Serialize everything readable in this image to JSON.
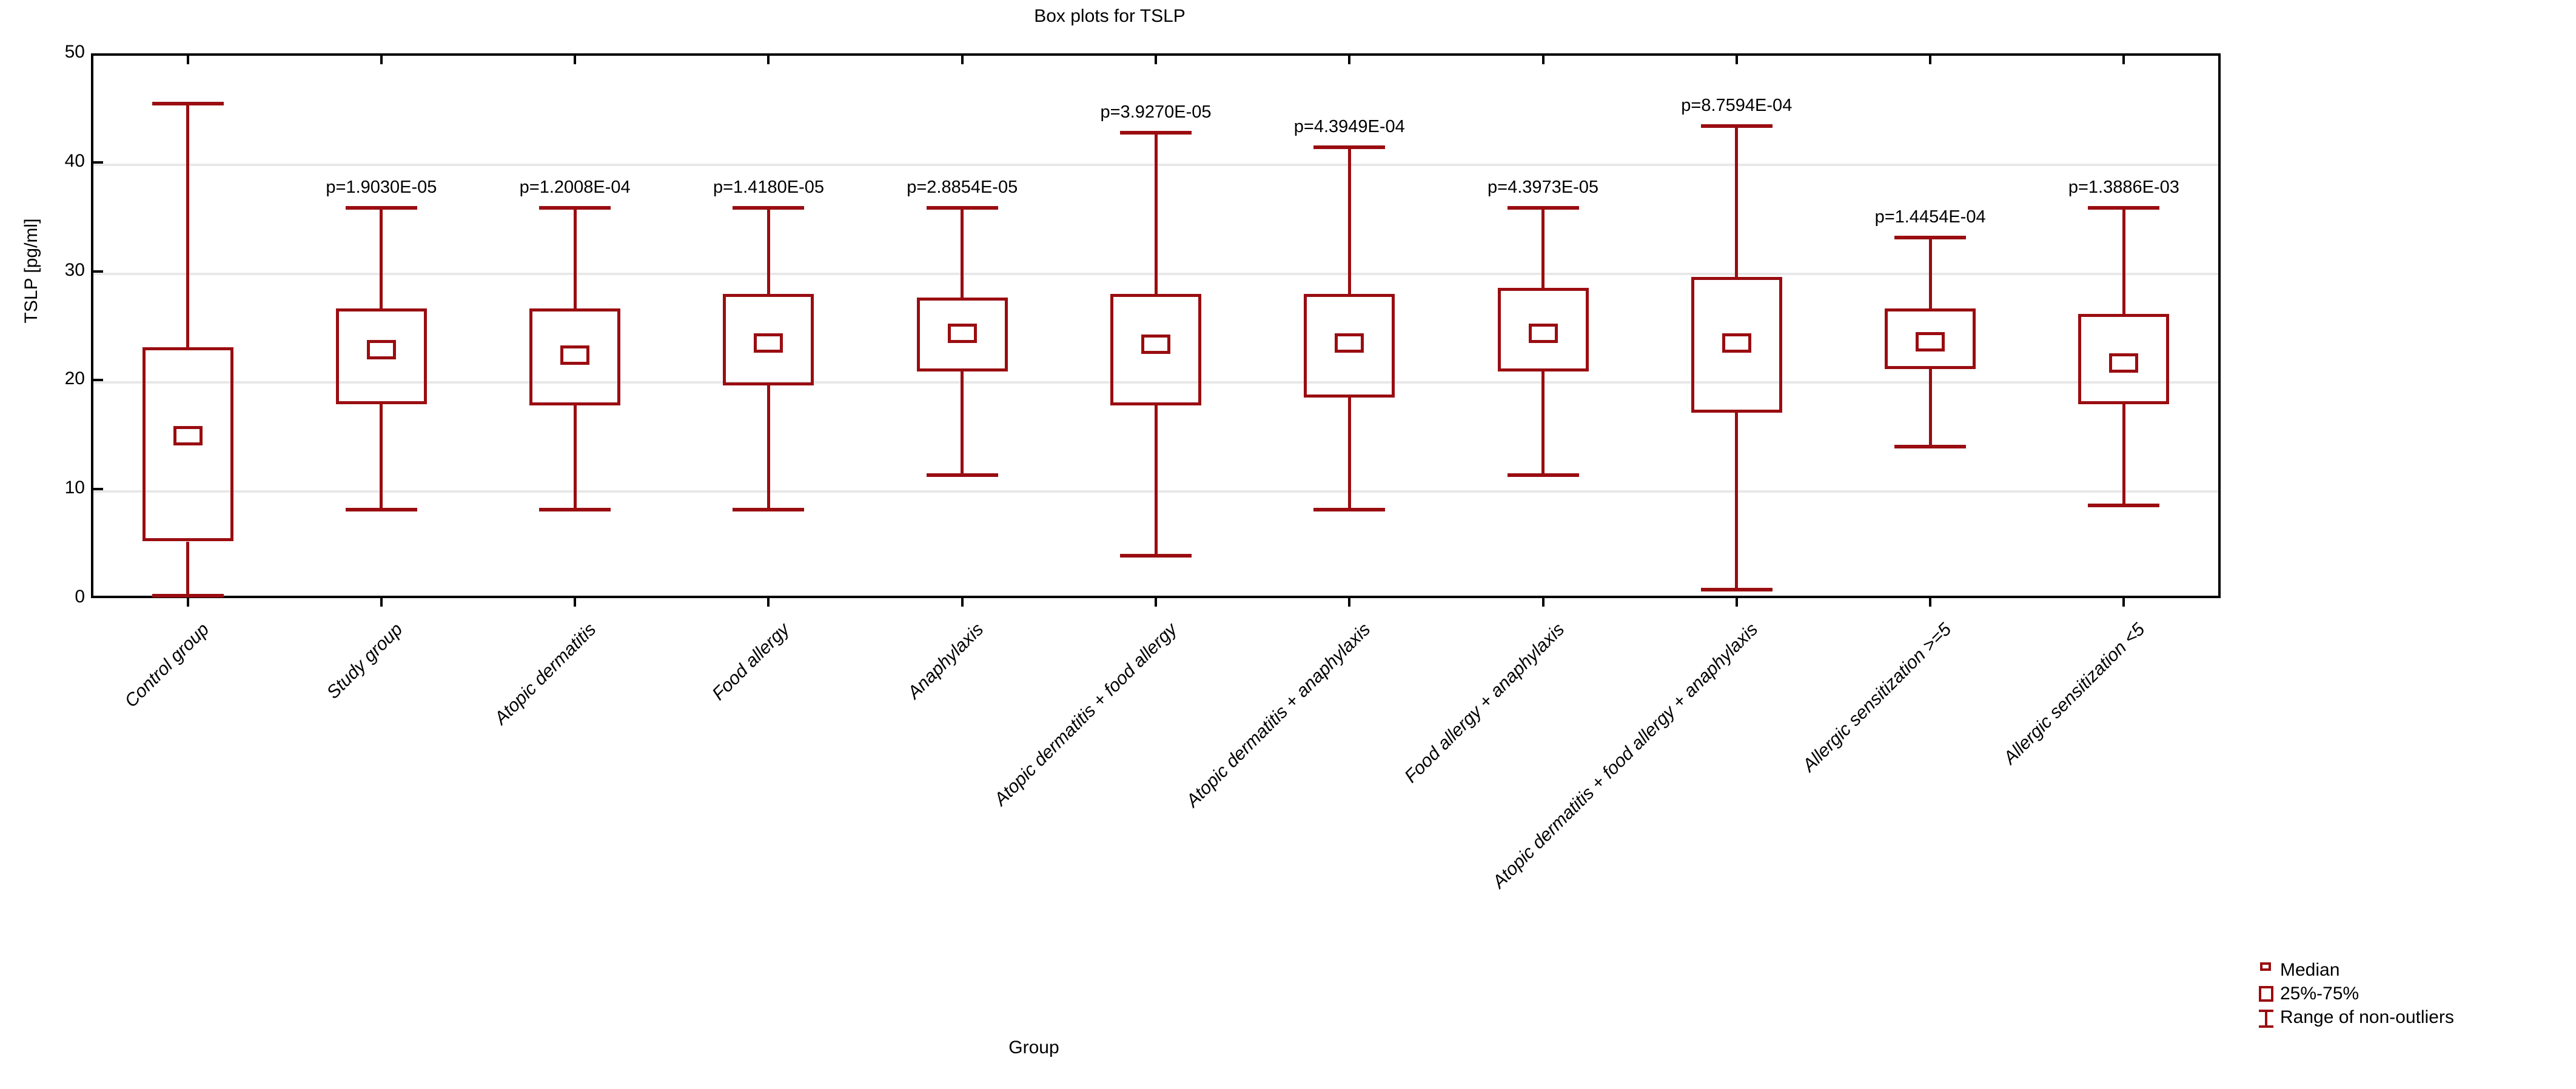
{
  "chart_data": {
    "type": "box",
    "title": "Box plots for TSLP",
    "xlabel": "Group",
    "ylabel": "TSLP [pg/ml]",
    "ylim": [
      0,
      50
    ],
    "yticks": [
      0,
      10,
      20,
      30,
      40,
      50
    ],
    "grid": true,
    "legend_position": "bottom-right",
    "legend": [
      {
        "key": "median",
        "label": "Median"
      },
      {
        "key": "iqr",
        "label": "25%-75%"
      },
      {
        "key": "range",
        "label": "Range of non-outliers"
      }
    ],
    "series_color": "#9a0d11",
    "categories": [
      "Control group",
      "Study group",
      "Atopic dermatitis",
      "Food allergy",
      "Anaphylaxis",
      "Atopic dermatitis + food allergy",
      "Atopic dermatitis + anaphylaxis",
      "Food allergy + anaphylaxis",
      "Atopic dermatitis + food allergy + anaphylaxis",
      "Allergic sensitization >=5",
      "Allergic sensitization <5"
    ],
    "boxes": [
      {
        "category": "Control group",
        "whisker_low": 0.2,
        "q1": 5.2,
        "median": 14.9,
        "q3": 23.0,
        "whisker_high": 45.4,
        "p_value": null
      },
      {
        "category": "Study group",
        "whisker_low": 8.1,
        "q1": 17.8,
        "median": 22.8,
        "q3": 26.6,
        "whisker_high": 35.8,
        "p_value": "p=1.9030E-05"
      },
      {
        "category": "Atopic dermatitis",
        "whisker_low": 8.1,
        "q1": 17.7,
        "median": 22.3,
        "q3": 26.6,
        "whisker_high": 35.8,
        "p_value": "p=1.2008E-04"
      },
      {
        "category": "Food allergy",
        "whisker_low": 8.1,
        "q1": 19.5,
        "median": 23.4,
        "q3": 27.9,
        "whisker_high": 35.8,
        "p_value": "p=1.4180E-05"
      },
      {
        "category": "Anaphylaxis",
        "whisker_low": 11.3,
        "q1": 20.8,
        "median": 24.3,
        "q3": 27.6,
        "whisker_high": 35.8,
        "p_value": "p=2.8854E-05"
      },
      {
        "category": "Atopic dermatitis + food allergy",
        "whisker_low": 3.9,
        "q1": 17.7,
        "median": 23.3,
        "q3": 27.9,
        "whisker_high": 42.7,
        "p_value": "p=3.9270E-05"
      },
      {
        "category": "Atopic dermatitis + anaphylaxis",
        "whisker_low": 8.1,
        "q1": 18.4,
        "median": 23.4,
        "q3": 27.9,
        "whisker_high": 41.4,
        "p_value": "p=4.3949E-04"
      },
      {
        "category": "Food allergy + anaphylaxis",
        "whisker_low": 11.3,
        "q1": 20.8,
        "median": 24.3,
        "q3": 28.5,
        "whisker_high": 35.8,
        "p_value": "p=4.3973E-05"
      },
      {
        "category": "Atopic dermatitis + food allergy + anaphylaxis",
        "whisker_low": 0.8,
        "q1": 17.0,
        "median": 23.4,
        "q3": 29.5,
        "whisker_high": 43.3,
        "p_value": "p=8.7594E-04"
      },
      {
        "category": "Allergic sensitization >=5",
        "whisker_low": 13.9,
        "q1": 21.0,
        "median": 23.5,
        "q3": 26.6,
        "whisker_high": 33.1,
        "p_value": "p=1.4454E-04"
      },
      {
        "category": "Allergic sensitization <5",
        "whisker_low": 8.5,
        "q1": 17.8,
        "median": 21.6,
        "q3": 26.1,
        "whisker_high": 35.8,
        "p_value": "p=1.3886E-03"
      }
    ]
  }
}
